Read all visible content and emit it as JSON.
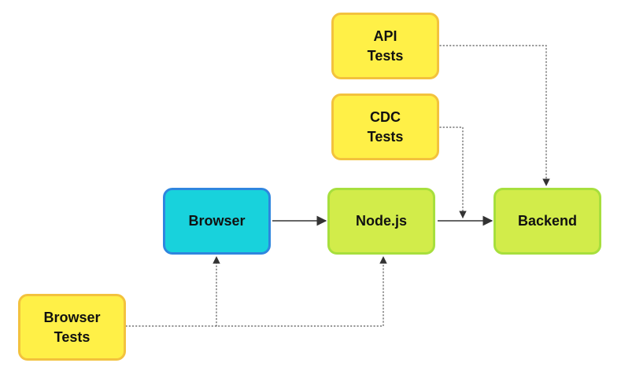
{
  "nodes": {
    "browser_tests": "Browser\nTests",
    "browser": "Browser",
    "nodejs": "Node.js",
    "backend": "Backend",
    "api_tests": "API\nTests",
    "cdc_tests": "CDC\nTests"
  },
  "colors": {
    "test_fill": "#fff047",
    "test_border": "#f3c23d",
    "node_fill": "#d2ec4a",
    "node_border": "#a7df3d",
    "browser_fill": "#18d2dc",
    "browser_border": "#2f86df",
    "arrow": "#333333"
  }
}
